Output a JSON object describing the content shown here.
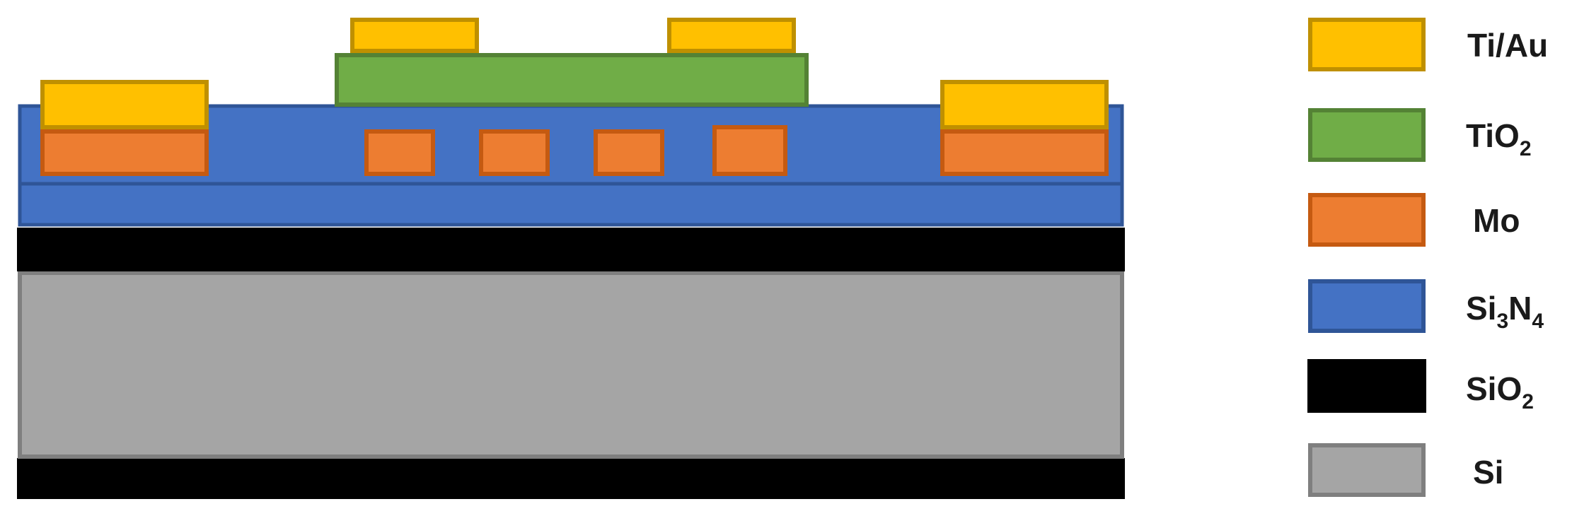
{
  "layers": [
    {
      "id": "ti-au",
      "fill": "#FFC000",
      "stroke": "#BF9000"
    },
    {
      "id": "tio2",
      "fill": "#70AD47",
      "stroke": "#548235"
    },
    {
      "id": "mo",
      "fill": "#ED7D31",
      "stroke": "#C55A11"
    },
    {
      "id": "si3n4",
      "fill": "#4472C4",
      "stroke": "#2F5597"
    },
    {
      "id": "sio2",
      "fill": "#000000",
      "stroke": "#000000"
    },
    {
      "id": "si",
      "fill": "#A5A5A5",
      "stroke": "#7F7F7F"
    }
  ],
  "legend": {
    "items": [
      {
        "id": "ti-au",
        "label": "Ti/Au",
        "base": "Ti/Au",
        "sub": "",
        "tail": ""
      },
      {
        "id": "tio2",
        "label": "TiO2",
        "base": "TiO",
        "sub": "2",
        "tail": ""
      },
      {
        "id": "mo",
        "label": "Mo",
        "base": "Mo",
        "sub": "",
        "tail": ""
      },
      {
        "id": "si3n4",
        "label": "Si3N4",
        "base": "Si",
        "sub": "3",
        "tail": "N",
        "sub2": "4"
      },
      {
        "id": "sio2",
        "label": "SiO2",
        "base": "SiO",
        "sub": "2",
        "tail": ""
      },
      {
        "id": "si",
        "label": "Si",
        "base": "Si",
        "sub": "",
        "tail": ""
      }
    ]
  }
}
